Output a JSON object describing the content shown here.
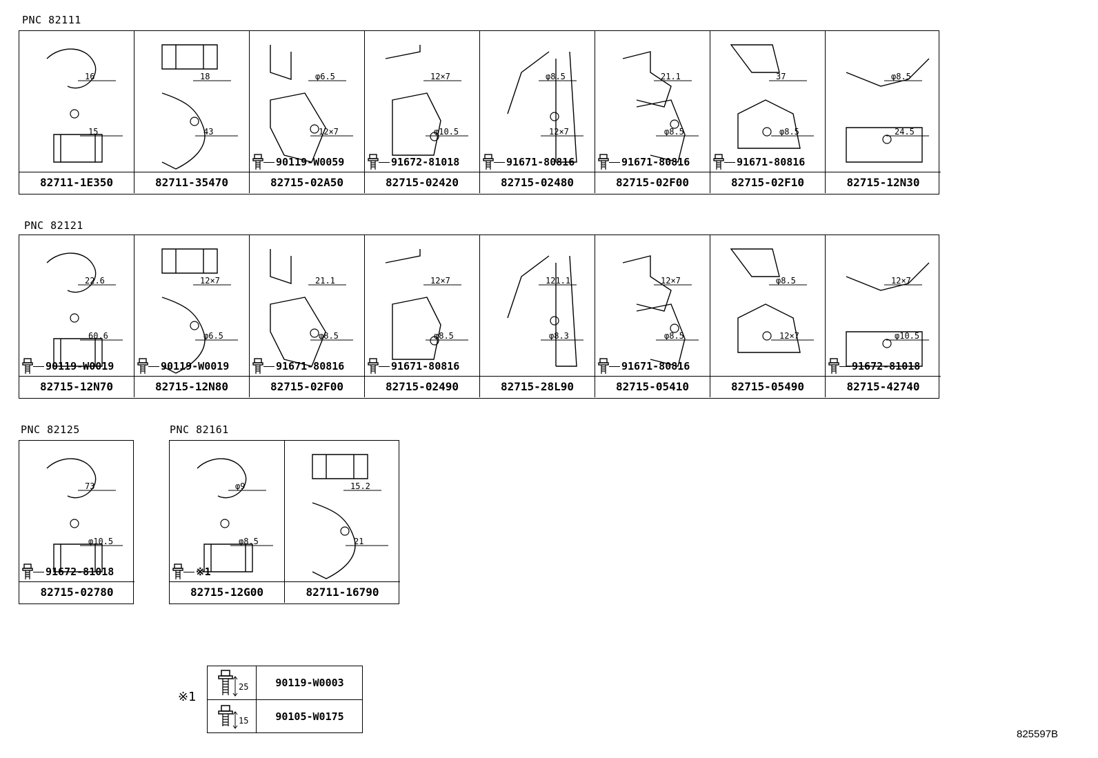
{
  "groups": [
    {
      "pnc": "PNC 82111",
      "cells": [
        {
          "part": "82711-1E350",
          "bolt": "",
          "dims": [
            "16",
            "15"
          ]
        },
        {
          "part": "82711-35470",
          "bolt": "",
          "dims": [
            "18",
            "43"
          ]
        },
        {
          "part": "82715-02A50",
          "bolt": "90119-W0059",
          "dims": [
            "φ6.5",
            "12×7"
          ]
        },
        {
          "part": "82715-02420",
          "bolt": "91672-81018",
          "dims": [
            "12×7",
            "φ10.5"
          ]
        },
        {
          "part": "82715-02480",
          "bolt": "91671-80816",
          "dims": [
            "φ8.5",
            "12×7"
          ]
        },
        {
          "part": "82715-02F00",
          "bolt": "91671-80816",
          "dims": [
            "21.1",
            "φ8.5"
          ]
        },
        {
          "part": "82715-02F10",
          "bolt": "91671-80816",
          "dims": [
            "37",
            "φ8.5"
          ]
        },
        {
          "part": "82715-12N30",
          "bolt": "",
          "dims": [
            "φ8.5",
            "24.5"
          ]
        }
      ]
    },
    {
      "pnc": "PNC 82121",
      "cells": [
        {
          "part": "82715-12N70",
          "bolt": "90119-W0019",
          "dims": [
            "22.6",
            "60.6"
          ]
        },
        {
          "part": "82715-12N80",
          "bolt": "90119-W0019",
          "dims": [
            "12×7",
            "φ6.5"
          ]
        },
        {
          "part": "82715-02F00",
          "bolt": "91671-80816",
          "dims": [
            "21.1",
            "φ8.5"
          ]
        },
        {
          "part": "82715-02490",
          "bolt": "91671-80816",
          "dims": [
            "12×7",
            "φ8.5"
          ]
        },
        {
          "part": "82715-28L90",
          "bolt": "",
          "dims": [
            "121.1",
            "φ8.3"
          ]
        },
        {
          "part": "82715-05410",
          "bolt": "91671-80816",
          "dims": [
            "12×7",
            "φ8.5"
          ]
        },
        {
          "part": "82715-05490",
          "bolt": "",
          "dims": [
            "φ8.5",
            "12×7"
          ]
        },
        {
          "part": "82715-42740",
          "bolt": "91672-81018",
          "dims": [
            "12×7",
            "φ10.5"
          ]
        }
      ]
    },
    {
      "pnc": "PNC 82125",
      "cells": [
        {
          "part": "82715-02780",
          "bolt": "91672-81018",
          "dims": [
            "73",
            "φ10.5"
          ]
        }
      ]
    },
    {
      "pnc": "PNC 82161",
      "cells": [
        {
          "part": "82715-12G00",
          "bolt": "※1",
          "dims": [
            "φ9",
            "φ8.5"
          ]
        },
        {
          "part": "82711-16790",
          "bolt": "",
          "dims": [
            "15.2",
            "21"
          ]
        }
      ]
    }
  ],
  "legend": {
    "mark": "※1",
    "rows": [
      {
        "length": "25",
        "part": "90119-W0003"
      },
      {
        "length": "15",
        "part": "90105-W0175"
      }
    ]
  },
  "diagram_id": "825597B"
}
